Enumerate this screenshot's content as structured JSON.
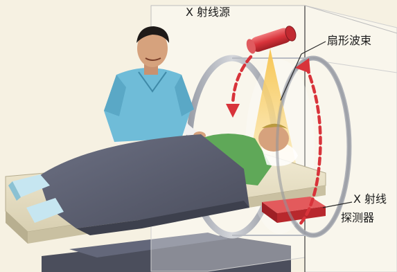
{
  "labels": {
    "xray_source": "X 射线源",
    "fan_beam": "扇形波束",
    "detector_line1": "X 射线",
    "detector_line2": "探测器"
  },
  "colors": {
    "background": "#f6f1e2",
    "source_tube": "#d8333a",
    "detector": "#c8302f",
    "beam": "#f4b23c",
    "rotation_arrow": "#d8333a",
    "scrubs": "#6fbcd8",
    "patient_shirt": "#5fa858",
    "blanket": "#5b5f70",
    "table": "#e9e2c9",
    "gantry_frame": "#e6e6e6"
  },
  "icons": {
    "rotation_arrow": "dashed-rotation-arrow-icon",
    "xray_source": "xray-tube-icon",
    "detector": "detector-block-icon"
  }
}
